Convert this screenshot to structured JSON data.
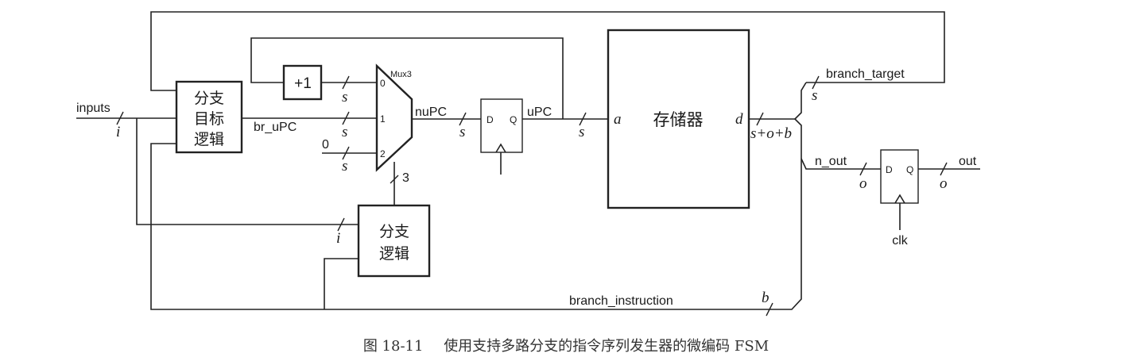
{
  "blocks": {
    "branch_target_logic": [
      "分支",
      "目标",
      "逻辑"
    ],
    "branch_logic": [
      "分支",
      "逻辑"
    ],
    "memory": "存储器",
    "incrementer": "+1",
    "mux": "Mux3"
  },
  "mux_inputs": [
    "0",
    "1",
    "2"
  ],
  "mux_select_width": "3",
  "constant_zero": "0",
  "ff_ports": {
    "d": "D",
    "q": "Q"
  },
  "signals": {
    "inputs": "inputs",
    "br_upc": "br_uPC",
    "nupc": "nuPC",
    "upc": "uPC",
    "branch_target": "branch_target",
    "n_out": "n_out",
    "out": "out",
    "clk": "clk",
    "branch_instruction": "branch_instruction"
  },
  "widths": {
    "i": "i",
    "s": "s",
    "o": "o",
    "b": "b",
    "d_bus": "s+o+b"
  },
  "memory_ports": {
    "addr": "a",
    "data": "d"
  },
  "caption": {
    "number": "图 18-11",
    "text": "使用支持多路分支的指令序列发生器的微编码 FSM"
  }
}
